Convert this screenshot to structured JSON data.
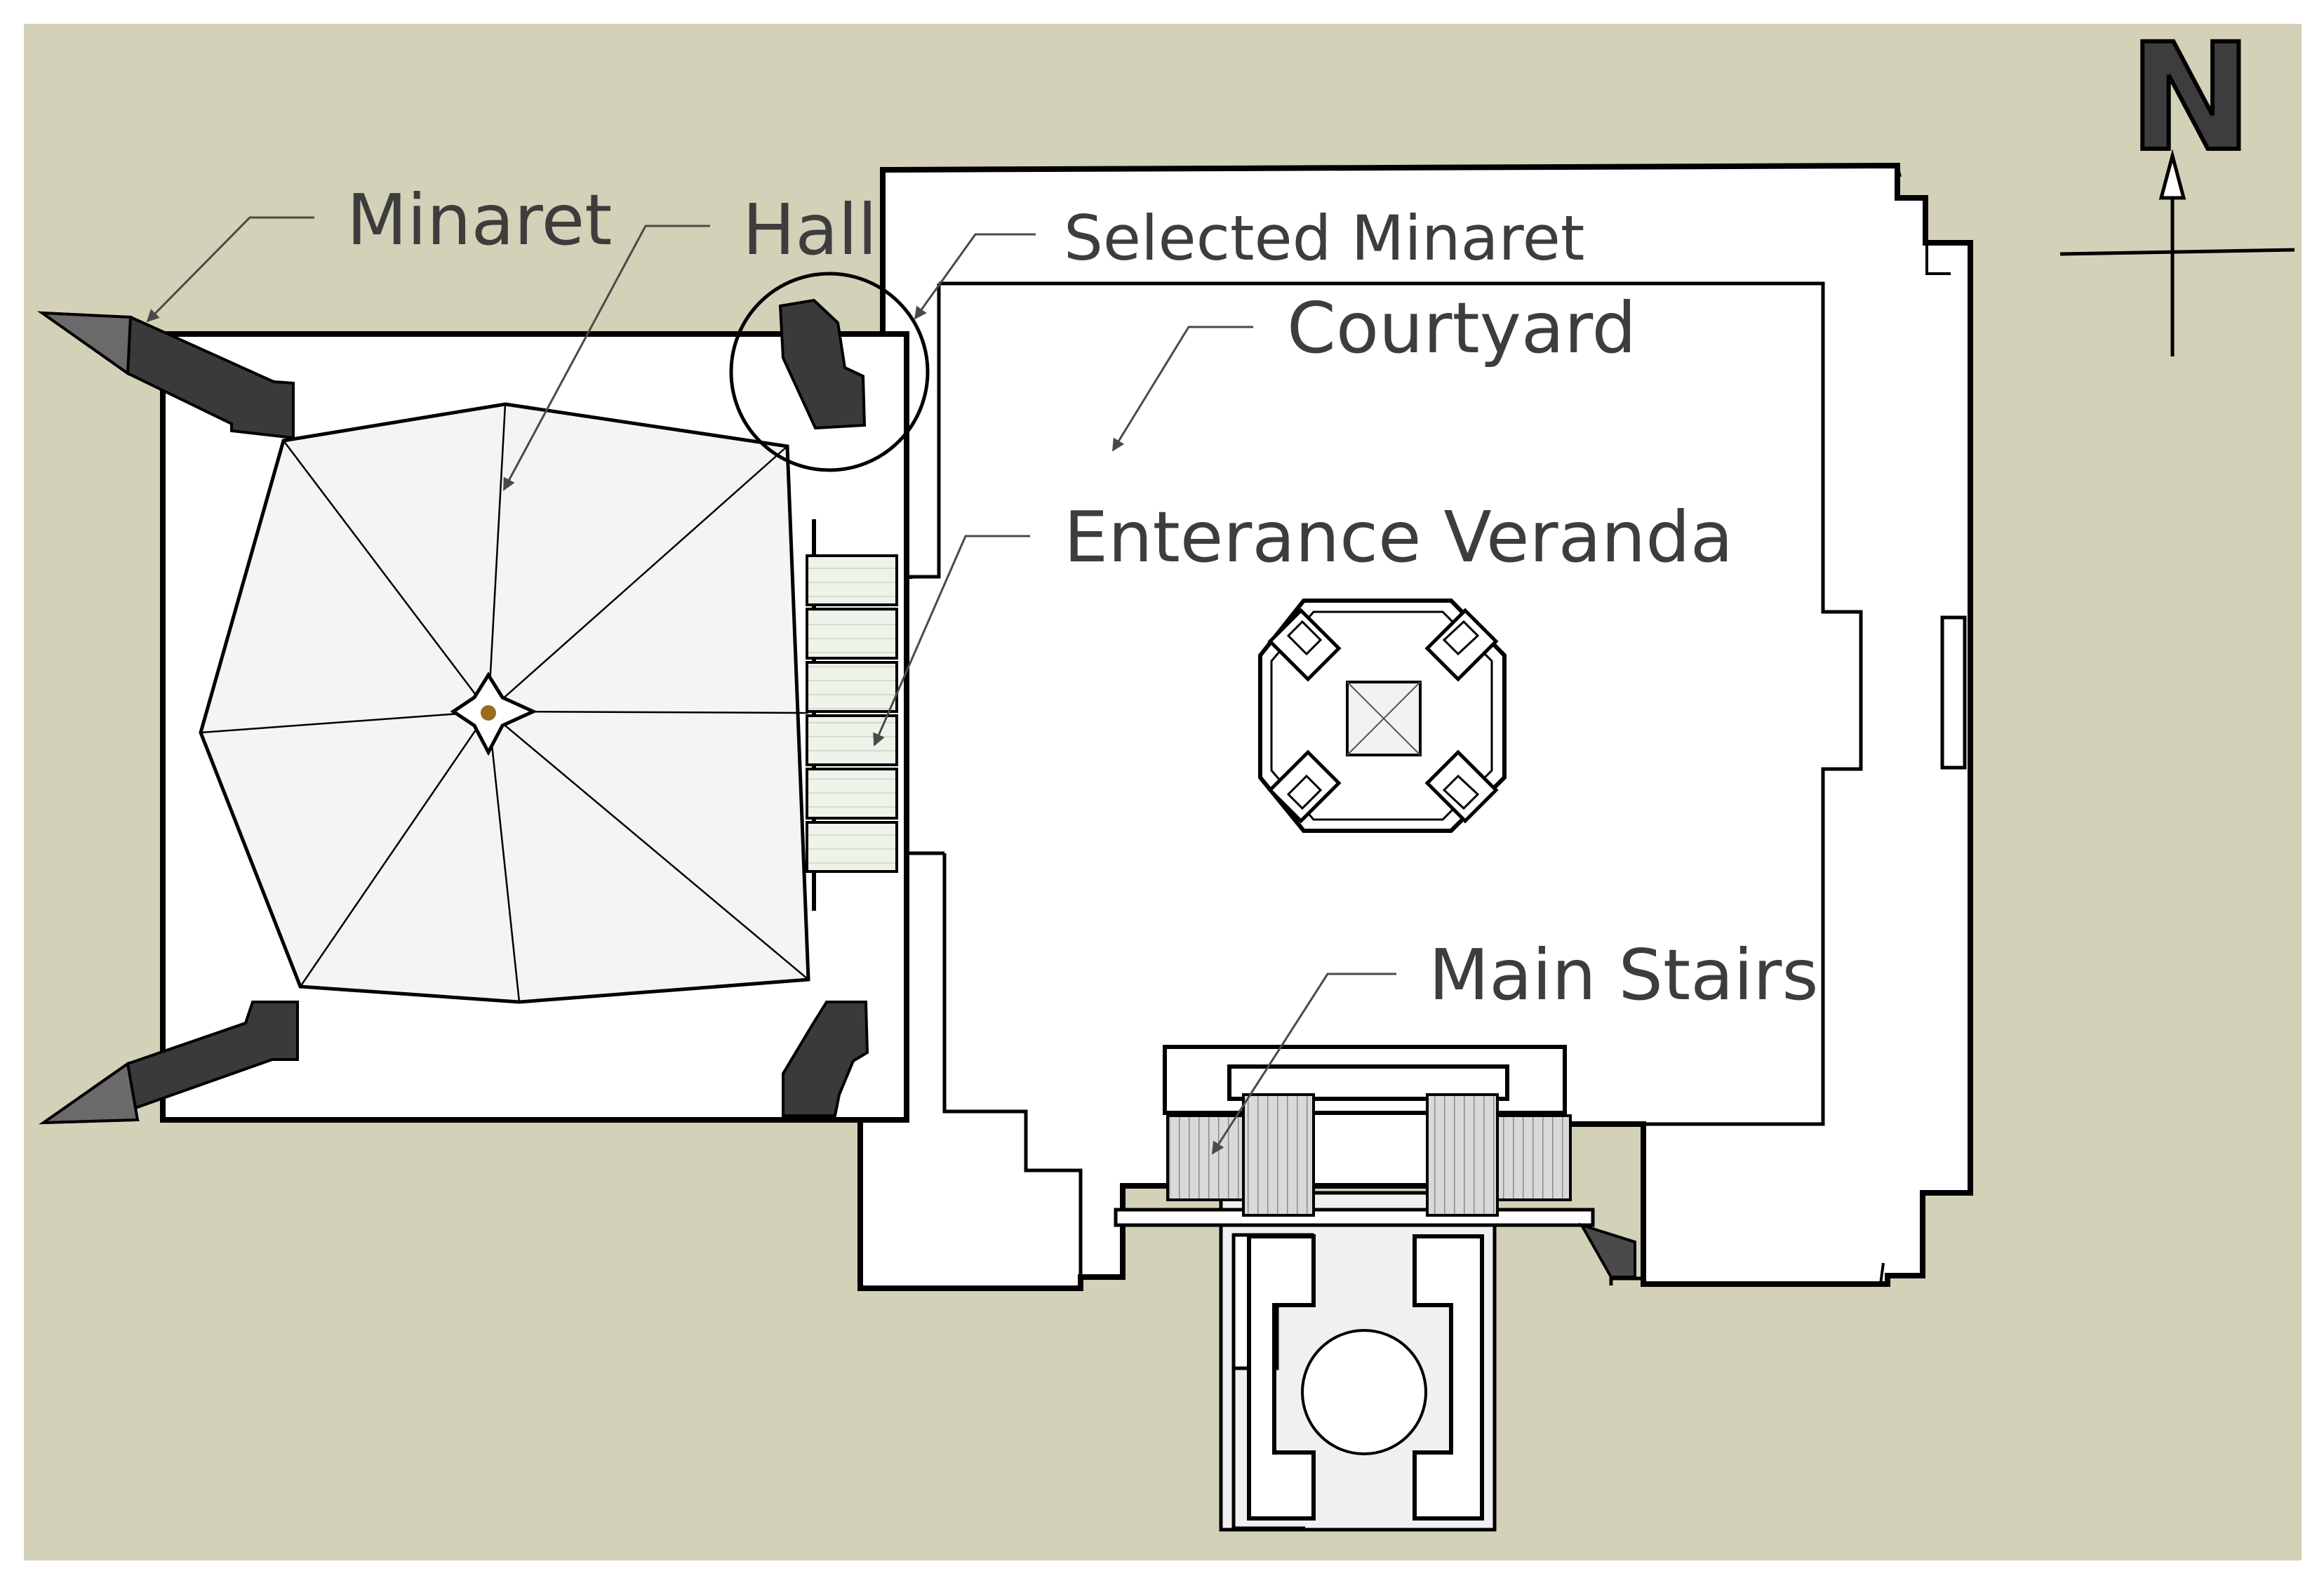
{
  "labels": {
    "minaret": "Minaret",
    "hall": "Hall",
    "selected_minaret": "Selected Minaret",
    "courtyard": "Courtyard",
    "entrance_veranda": "Enterance Veranda",
    "main_stairs": "Main Stairs"
  },
  "compass": {
    "letter": "N"
  },
  "colors": {
    "ground": "#d3d1b8",
    "building": "#ffffff",
    "dome": "#f2f2f2",
    "minaret": "#3a3a3a",
    "outline": "#000000",
    "leader": "#4a4a4a"
  }
}
